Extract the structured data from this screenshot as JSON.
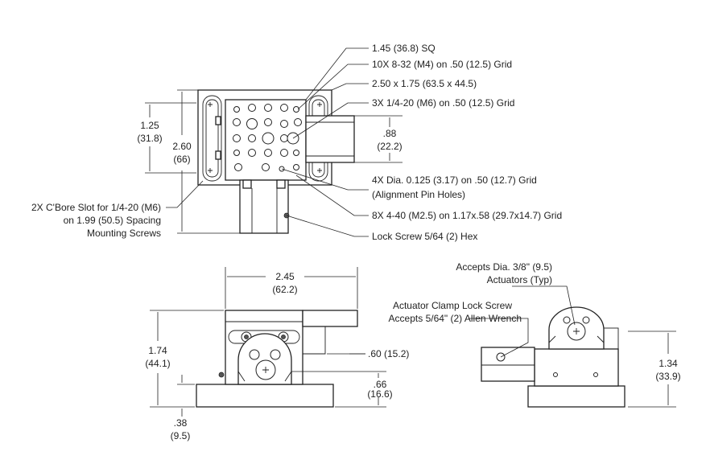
{
  "top_view": {
    "callouts": [
      "1.45 (36.8) SQ",
      "10X 8-32 (M4) on .50 (12.5) Grid",
      "2.50 x 1.75 (63.5 x 44.5)",
      "3X 1/4-20 (M6) on .50 (12.5) Grid",
      "4X Dia. 0.125 (3.17) on .50 (12.7) Grid",
      "(Alignment Pin Holes)",
      "8X 4-40 (M2.5) on 1.17x.58 (29.7x14.7) Grid",
      "Lock Screw 5/64 (2) Hex"
    ],
    "slot_note": [
      "2X C'Bore Slot for 1/4-20 (M6)",
      "on 1.99 (50.5) Spacing",
      "Mounting Screws"
    ],
    "dim_125": [
      "1.25",
      "(31.8)"
    ],
    "dim_260": [
      "2.60",
      "(66)"
    ],
    "dim_088": [
      ".88",
      "(22.2)"
    ]
  },
  "front_view": {
    "dim_245": [
      "2.45",
      "(62.2)"
    ],
    "dim_174": [
      "1.74",
      "(44.1)"
    ],
    "dim_060": ".60 (15.2)",
    "dim_066": [
      ".66",
      "(16.6)"
    ],
    "dim_038": [
      ".38",
      "(9.5)"
    ]
  },
  "side_view": {
    "accepts_actuator": [
      "Accepts  Dia. 3/8\" (9.5)",
      "Actuators (Typ)"
    ],
    "clamp_note": [
      "Actuator Clamp Lock Screw",
      "Accepts 5/64\" (2) Allen Wrench"
    ],
    "dim_134": [
      "1.34",
      "(33.9)"
    ]
  },
  "colors": {
    "line": "#222222",
    "background": "#ffffff",
    "fill_dark": "#555555"
  }
}
